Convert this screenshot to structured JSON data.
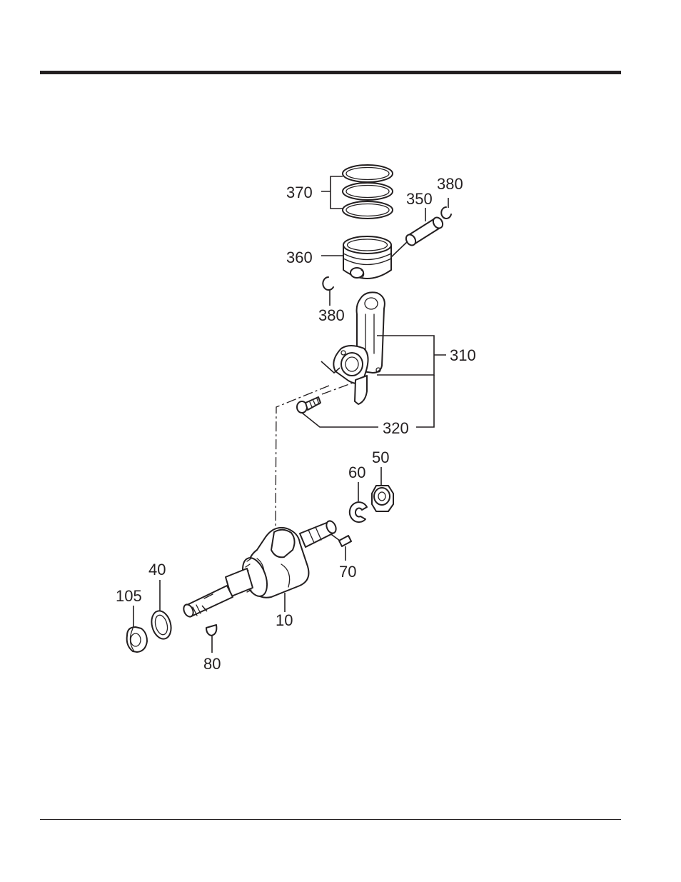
{
  "labels": {
    "p370": "370",
    "p380a": "380",
    "p350": "350",
    "p360": "360",
    "p380b": "380",
    "p310": "310",
    "p320": "320",
    "p50": "50",
    "p60": "60",
    "p70": "70",
    "p40": "40",
    "p105": "105",
    "p10": "10",
    "p80": "80"
  }
}
